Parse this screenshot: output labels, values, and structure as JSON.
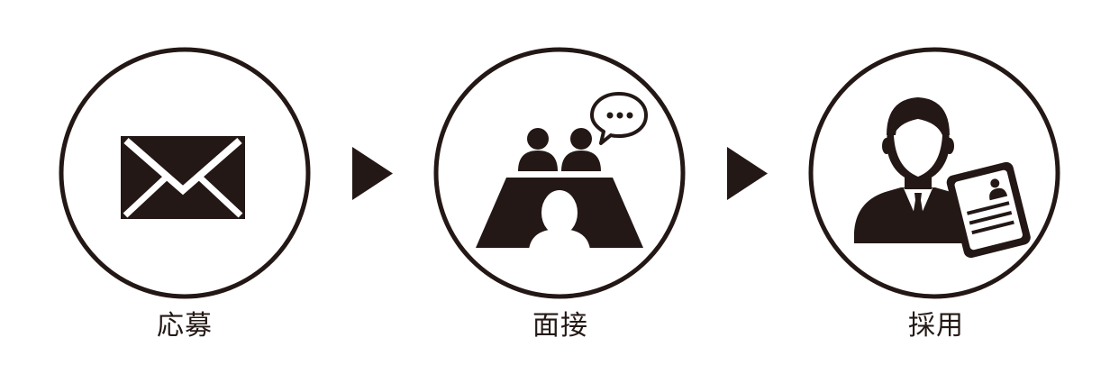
{
  "diagram": {
    "steps": [
      {
        "label": "応募",
        "icon": "envelope-icon"
      },
      {
        "label": "面接",
        "icon": "interview-icon"
      },
      {
        "label": "採用",
        "icon": "hired-employee-icon"
      }
    ],
    "connector_icon": "arrow-right-icon",
    "colors": {
      "ink": "#231815",
      "background": "#ffffff"
    }
  }
}
